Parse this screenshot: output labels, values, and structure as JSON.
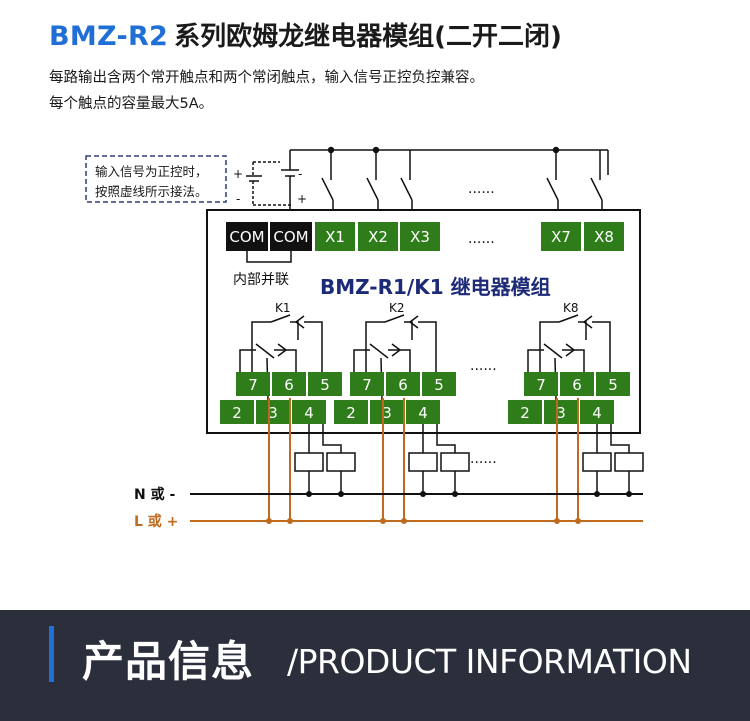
{
  "header": {
    "model": "BMZ-R2",
    "series_title": "系列欧姆龙继电器模组(二开二闭)",
    "desc_line1": "每路输出含两个常开触点和两个常闭触点，输入信号正控负控兼容。",
    "desc_line2": "每个触点的容量最大5A。"
  },
  "diagram": {
    "note_line1": "输入信号为正控时，",
    "note_line2": "按照虚线所示接法。",
    "plus_sign": "+",
    "minus_sign": "-",
    "com_label": "COM",
    "inputs": [
      "X1",
      "X2",
      "X3",
      "X7",
      "X8"
    ],
    "ellipsis": "......",
    "internal_parallel": "内部并联",
    "module_title": "BMZ-R1/K1 继电器模组",
    "relays": [
      "K1",
      "K2",
      "K8"
    ],
    "top_terminals": [
      "7",
      "6",
      "5"
    ],
    "bottom_terminals": [
      "2",
      "3",
      "4"
    ],
    "n_label": "N 或 -",
    "l_label": "L 或 +",
    "colors": {
      "terminal_green": "#2e7d1a",
      "terminal_black": "#111111",
      "wire_orange": "#c06a1e",
      "note_border": "#2f3d7a",
      "title_blue": "#1f6fd6",
      "module_title_navy": "#1c2a78"
    }
  },
  "footer": {
    "cn_title": "产品信息",
    "en_title": "/PRODUCT INFORMATION"
  }
}
